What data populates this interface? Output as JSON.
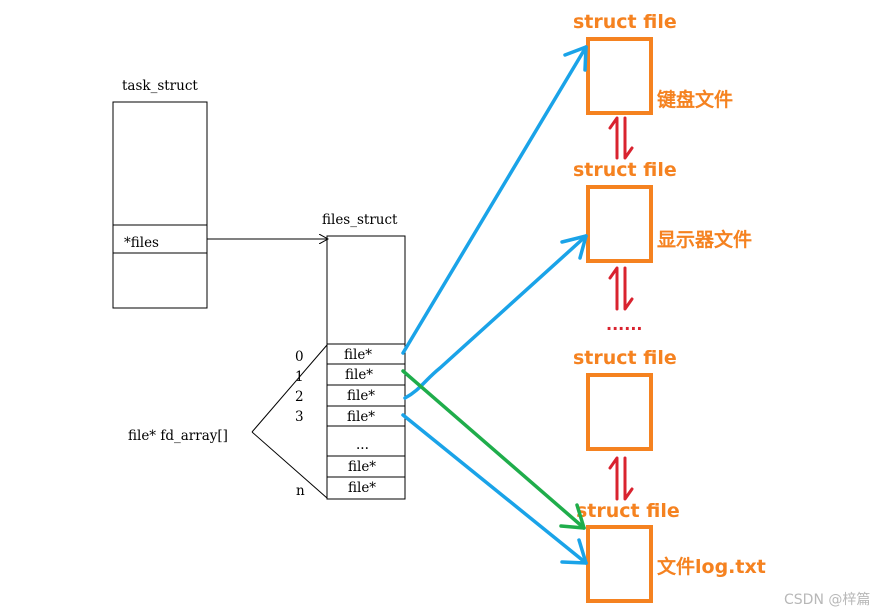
{
  "task_struct": {
    "title": "task_struct",
    "files_field": "*files"
  },
  "files_struct": {
    "title": "files_struct",
    "slots": [
      "file*",
      "file*",
      "file*",
      "file*",
      "...",
      "file*",
      "file*"
    ],
    "indices": [
      "0",
      "1",
      "2",
      "3",
      "n"
    ]
  },
  "fd_array_label": "file* fd_array[]",
  "struct_files": [
    {
      "title": "struct file",
      "label": "键盘文件"
    },
    {
      "title": "struct file",
      "label": "显示器文件"
    },
    {
      "title": "struct file",
      "label": ""
    },
    {
      "title": "struct file",
      "label": "文件log.txt"
    }
  ],
  "ellipsis": "......",
  "watermark": "CSDN @梓篇",
  "colors": {
    "orange": "#f58220",
    "blue": "#1aa3e8",
    "green": "#1fad4b",
    "red": "#d9232f"
  }
}
